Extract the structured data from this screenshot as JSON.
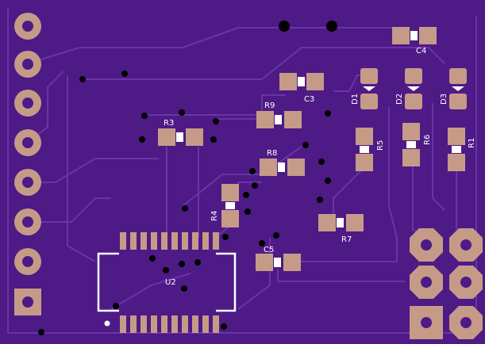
{
  "board": {
    "colors": {
      "substrate": "#4e1a86",
      "trace": "#6a34a8",
      "pad": "#c59b88",
      "pad_dark": "#a37d6b",
      "silk": "#ffffff",
      "drill": "#000000"
    }
  },
  "labels": {
    "c4": "C4",
    "c3": "C3",
    "c5": "C5",
    "d1": "D1",
    "d2": "D2",
    "d3": "D3",
    "r1": "R1",
    "r3": "R3",
    "r4": "R4",
    "r5": "R5",
    "r6": "R6",
    "r7": "R7",
    "r8": "R8",
    "r9": "R9",
    "u2": "U2"
  }
}
